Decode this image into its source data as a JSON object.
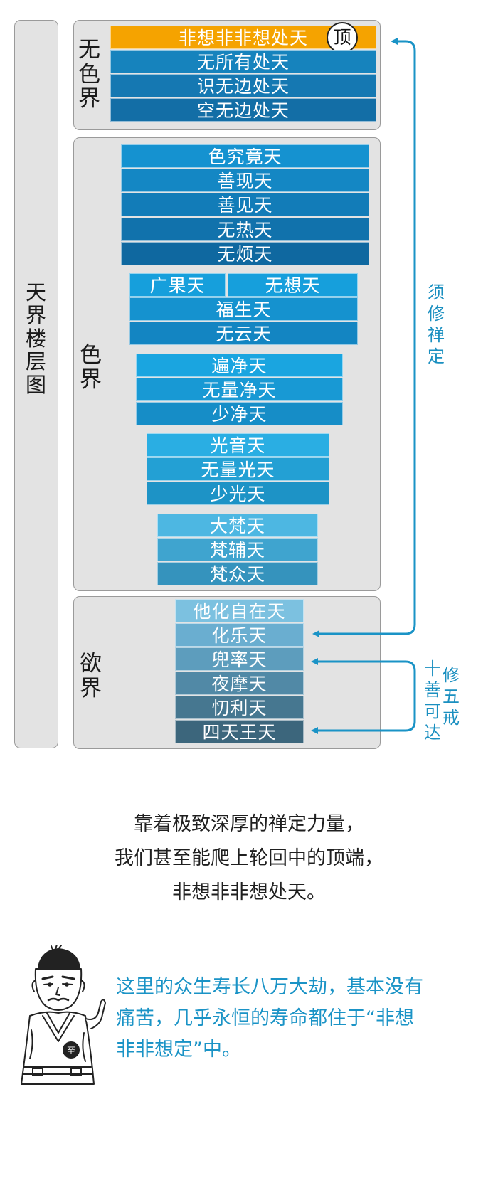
{
  "title_vertical": [
    "天",
    "界",
    "楼",
    "层",
    "图"
  ],
  "realms": {
    "formless": [
      "无",
      "色",
      "界"
    ],
    "form": [
      "色",
      "界"
    ],
    "desire": [
      "欲",
      "界"
    ]
  },
  "top_badge": "顶",
  "formless_heavens": [
    "非想非非想处天",
    "无所有处天",
    "识无边处天",
    "空无边处天"
  ],
  "form_heavens": {
    "group1": [
      "色究竟天",
      "善现天",
      "善见天",
      "无热天",
      "无烦天"
    ],
    "group2_pair": [
      "广果天",
      "无想天"
    ],
    "group2": [
      "福生天",
      "无云天"
    ],
    "group3": [
      "遍净天",
      "无量净天",
      "少净天"
    ],
    "group4": [
      "光音天",
      "无量光天",
      "少光天"
    ],
    "group5": [
      "大梵天",
      "梵辅天",
      "梵众天"
    ]
  },
  "desire_heavens": [
    "他化自在天",
    "化乐天",
    "兜率天",
    "夜摩天",
    "忉利天",
    "四天王天"
  ],
  "annotations": {
    "meditation": [
      "须",
      "修",
      "禅",
      "定"
    ],
    "ten_good": [
      "十",
      "善",
      "可",
      "达"
    ],
    "five_precepts": [
      "修",
      "五",
      "戒"
    ]
  },
  "caption_lines": [
    "靠着极致深厚的禅定力量，",
    "我们甚至能爬上轮回中的顶端，",
    "非想非非想处天。"
  ],
  "quote_lines": [
    "这里的众生寿长八万大劫，基本没有",
    "痛苦，几乎永恒的寿命都住于“非想",
    "非非想定”中。"
  ],
  "colors": {
    "highlight": "#f5a300",
    "accent": "#1a93c6",
    "panel": "#e3e3e3"
  }
}
